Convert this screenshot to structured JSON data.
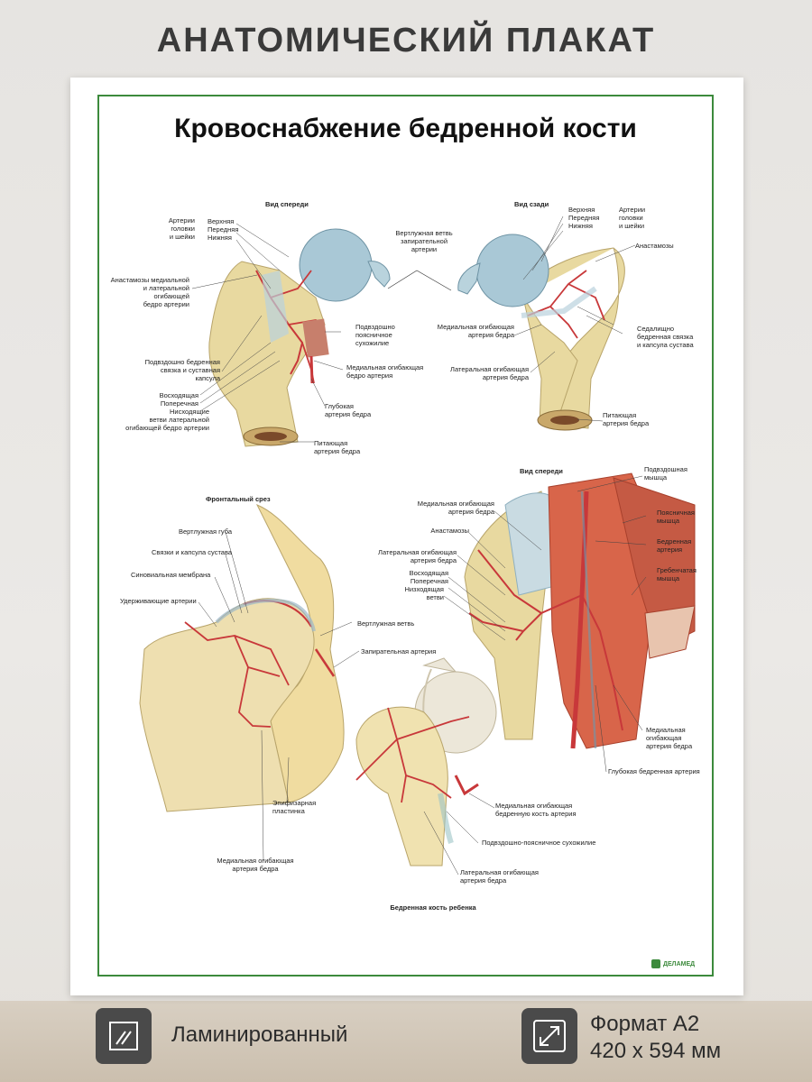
{
  "header": {
    "title": "АНАТОМИЧЕСКИЙ ПЛАКАТ"
  },
  "poster": {
    "title": "Кровоснабжение бедренной кости",
    "brand": "ДЕЛАМЕД",
    "panels": {
      "front_view": {
        "heading": "Вид спереди",
        "labels": {
          "arteries_head_neck": "Артерии\nголовки\nи шейки",
          "upper": "Верхняя",
          "anterior": "Передняя",
          "lower": "Нижняя",
          "anastomoses": "Анастамозы медиальной\nи латеральной\nогибающей\nбедро артерии",
          "iliofemoral": "Подвздошно бедренная\nсвязка и суставная\nкапсула",
          "ascending": "Восходящая",
          "transverse": "Поперечная",
          "descending": "Нисходящие\nветви латеральной\nогибающей бедро артерии",
          "iliopsoas": "Подвздошно\nпоясничное\nсухожилие",
          "medial_circumflex": "Медиальная огибающая\nбедро артерия",
          "deep_femoral": "Глубокая\nартерия бедра",
          "nutrient": "Питающая\nартерия бедра",
          "acetabular_branch": "Вертлужная ветвь\nзапирательной\nартерии"
        }
      },
      "back_view": {
        "heading": "Вид сзади",
        "labels": {
          "upper": "Верхняя",
          "anterior": "Передняя",
          "lower": "Нижняя",
          "arteries_head_neck": "Артерии\nголовки\nи шейки",
          "anastomoses": "Анастамозы",
          "medial_circumflex": "Медиальная огибающая\nартерия бедра",
          "ischiofemoral": "Седалищно\nбедренная связка\nи капсула сустава",
          "lateral_circumflex": "Латеральная огибающая\nартерия бедра",
          "nutrient": "Питающая\nартерия бедра"
        }
      },
      "frontal_section": {
        "heading": "Фронтальный срез",
        "labels": {
          "labrum": "Вертлужная губа",
          "ligaments": "Связки и капсула сустава",
          "synovial": "Синовиальная мембрана",
          "retaining": "Удерживающие артерии",
          "acetabular_branch": "Вертлужная ветвь",
          "obturator": "Запирательная артерия",
          "epiphyseal": "Эпифизарная\nпластинка",
          "medial_circumflex": "Медиальная огибающая\nартерия бедра"
        }
      },
      "front_view_2": {
        "heading": "Вид спереди",
        "labels": {
          "iliac_muscle": "Подвздошная\nмышца",
          "medial_circumflex": "Медиальная огибающая\nартерия бедра",
          "psoas": "Поясничная\nмышца",
          "anastomoses": "Анастамозы",
          "femoral_artery": "Бедренная\nартерия",
          "lateral_circumflex": "Латеральная огибающая\nартерия бедра",
          "ascending": "Восходящая",
          "transverse": "Поперечная",
          "descending": "Низходящая\nветви",
          "pectineus": "Гребенчатая\nмышца",
          "medial_circumflex_2": "Медиальная\nогибающая\nартерия бедра",
          "deep_femoral": "Глубокая бедренная артерия"
        }
      },
      "child_femur": {
        "heading": "Бедренная кость ребенка",
        "labels": {
          "medial_circumflex": "Медиальная огибающая\nбедренную кость артерия",
          "iliopsoas": "Подвздошно-поясничное сухожилие",
          "lateral_circumflex": "Латеральная огибающая\nартерия бедра"
        }
      }
    }
  },
  "features": {
    "laminated": "Ламинированный",
    "format_line1": "Формат А2",
    "format_line2": "420 х 594 мм"
  },
  "colors": {
    "frame": "#3c8a3c",
    "artery": "#c8383a",
    "bone": "#e8d9a0",
    "muscle": "#d8654a"
  }
}
